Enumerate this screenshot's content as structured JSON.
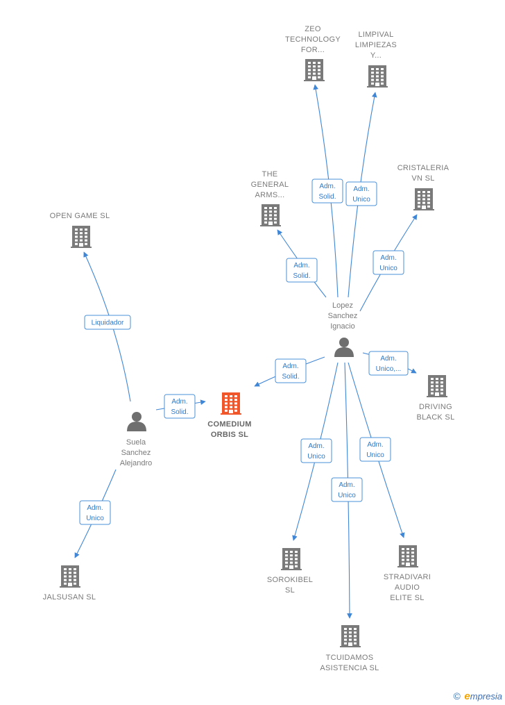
{
  "nodes": [
    {
      "id": "comedium",
      "kind": "company",
      "main": true,
      "lines": [
        "COMEDIUM",
        "ORBIS  SL"
      ]
    },
    {
      "id": "suela",
      "kind": "person",
      "lines": [
        "Suela",
        "Sanchez",
        "Alejandro"
      ]
    },
    {
      "id": "lopez",
      "kind": "person",
      "lines": [
        "Lopez",
        "Sanchez",
        "Ignacio"
      ]
    },
    {
      "id": "opengame",
      "kind": "company",
      "lines": [
        "OPEN GAME SL"
      ]
    },
    {
      "id": "jalsusan",
      "kind": "company",
      "lines": [
        "JALSUSAN  SL"
      ]
    },
    {
      "id": "zeo",
      "kind": "company",
      "lines": [
        "ZEO",
        "TECHNOLOGY",
        "FOR..."
      ]
    },
    {
      "id": "limpival",
      "kind": "company",
      "lines": [
        "LIMPIVAL",
        "LIMPIEZAS",
        "Y..."
      ]
    },
    {
      "id": "general",
      "kind": "company",
      "lines": [
        "THE",
        "GENERAL",
        "ARMS..."
      ]
    },
    {
      "id": "cristaleria",
      "kind": "company",
      "lines": [
        "CRISTALERIA",
        "VN  SL"
      ]
    },
    {
      "id": "driving",
      "kind": "company",
      "lines": [
        "DRIVING",
        "BLACK  SL"
      ]
    },
    {
      "id": "sorokibel",
      "kind": "company",
      "lines": [
        "SOROKIBEL",
        "SL"
      ]
    },
    {
      "id": "tcuidamos",
      "kind": "company",
      "lines": [
        "TCUIDAMOS",
        "ASISTENCIA SL"
      ]
    },
    {
      "id": "stradivari",
      "kind": "company",
      "lines": [
        "STRADIVARI",
        "AUDIO",
        "ELITE SL"
      ]
    }
  ],
  "edges": [
    {
      "from": "suela",
      "to": "opengame",
      "label": [
        "Liquidador"
      ]
    },
    {
      "from": "suela",
      "to": "comedium",
      "label": [
        "Adm.",
        "Solid."
      ]
    },
    {
      "from": "suela",
      "to": "jalsusan",
      "label": [
        "Adm.",
        "Unico"
      ]
    },
    {
      "from": "lopez",
      "to": "zeo",
      "label": [
        "Adm.",
        "Solid."
      ]
    },
    {
      "from": "lopez",
      "to": "limpival",
      "label": [
        "Adm.",
        "Unico"
      ]
    },
    {
      "from": "lopez",
      "to": "general",
      "label": [
        "Adm.",
        "Solid."
      ]
    },
    {
      "from": "lopez",
      "to": "cristaleria",
      "label": [
        "Adm.",
        "Unico"
      ]
    },
    {
      "from": "lopez",
      "to": "comedium",
      "label": [
        "Adm.",
        "Solid."
      ]
    },
    {
      "from": "lopez",
      "to": "driving",
      "label": [
        "Adm.",
        "Unico,..."
      ]
    },
    {
      "from": "lopez",
      "to": "sorokibel",
      "label": [
        "Adm.",
        "Unico"
      ]
    },
    {
      "from": "lopez",
      "to": "tcuidamos",
      "label": [
        "Adm.",
        "Unico"
      ]
    },
    {
      "from": "lopez",
      "to": "stradivari",
      "label": [
        "Adm.",
        "Unico"
      ]
    }
  ],
  "colors": {
    "company_icon": "#7a7a7a",
    "main_company_icon": "#f0562a",
    "person_icon": "#6f6f6f",
    "edge": "#3f86d6",
    "label_text": "#7a7a7a"
  },
  "footer": {
    "copyright": "©",
    "brand_initial": "e",
    "brand_rest": "mpresia"
  }
}
